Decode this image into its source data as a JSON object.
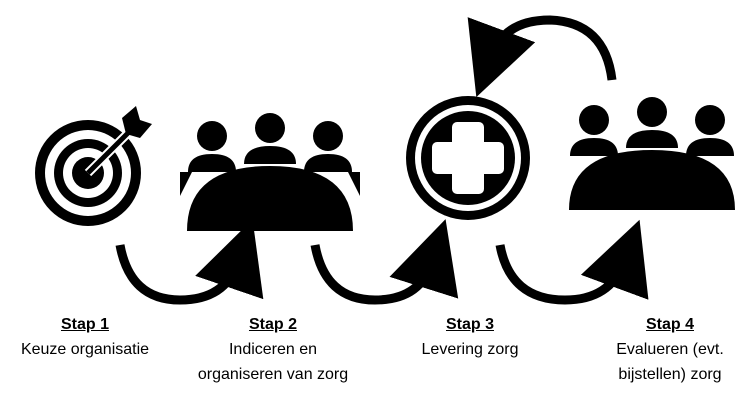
{
  "steps": [
    {
      "title": "Stap 1",
      "description": "Keuze organisatie",
      "icon": "target-icon"
    },
    {
      "title": "Stap 2",
      "description": "Indiceren en organiseren van zorg",
      "icon": "meeting-table-icon"
    },
    {
      "title": "Stap 3",
      "description": "Levering zorg",
      "icon": "medical-cross-icon"
    },
    {
      "title": "Stap 4",
      "description": "Evalueren (evt. bijstellen) zorg",
      "icon": "meeting-table-icon"
    }
  ],
  "colors": {
    "icon": "#000000",
    "text": "#000000",
    "background": "#ffffff"
  },
  "icons": [
    "target-icon",
    "meeting-table-icon",
    "medical-cross-icon",
    "curved-arrow-icon",
    "loop-back-arrow-icon"
  ]
}
